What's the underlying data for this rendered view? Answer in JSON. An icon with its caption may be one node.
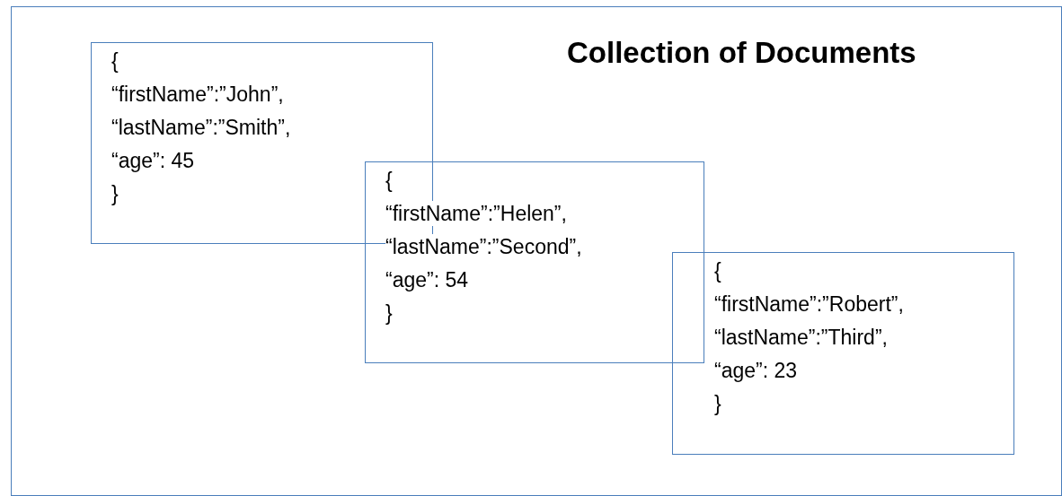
{
  "diagram": {
    "nodes": [
      {
        "text": [
          "Collection of Documents"
        ]
      },
      {
        "text": [
          "{",
          "“firstName”:”John”,",
          "“lastName”:”Smith”,",
          "“age”: 45",
          "}"
        ],
        "in": 0
      },
      {
        "text": [
          "{",
          "“firstName”:”Helen”,",
          "“lastName”:”Second”,",
          "“age”: 54",
          "}"
        ],
        "in": 0
      },
      {
        "text": [
          "{",
          "“firstName”:”Robert”,",
          "“lastName”:”Third”,",
          "“age”: 23",
          "}"
        ],
        "in": 0
      }
    ]
  }
}
